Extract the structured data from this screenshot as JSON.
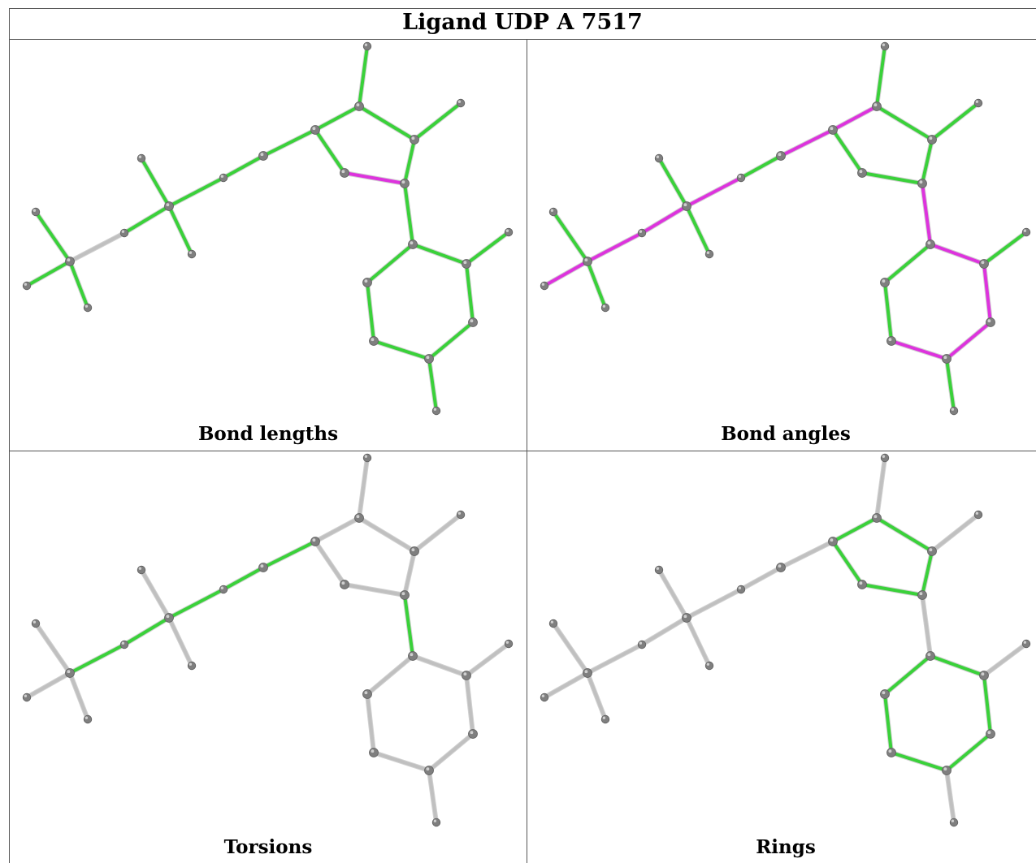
{
  "title": "Ligand UDP A 7517",
  "colors": {
    "good": "#3ad13a",
    "outlier": "#dd33dd",
    "neutral": "#c0c0c0",
    "atom": "#7f7f7f"
  },
  "panels": [
    {
      "caption": "Bond lengths",
      "outlier_bonds": [
        "O5-C9"
      ],
      "neutral_bonds": [
        "P1-O3"
      ],
      "default_color": "good"
    },
    {
      "caption": "Bond angles",
      "outlier_bonds": [
        "O1-P1",
        "P1-O3",
        "O3-P2",
        "P2-O4",
        "C5-C6",
        "C6-C7",
        "C9-N1",
        "N1-C10",
        "C10-C11",
        "C11-C12",
        "C12-C13",
        "C13-O9"
      ],
      "neutral_bonds": [],
      "default_color": "good"
    },
    {
      "caption": "Torsions",
      "good_bonds": [
        "P1-O3",
        "O3-P2",
        "P2-O4",
        "O4-C5",
        "C5-C6",
        "C9-N1"
      ],
      "default_color": "neutral"
    },
    {
      "caption": "Rings",
      "good_bonds": [
        "C6-C7",
        "C7-C8",
        "C8-C9",
        "C9-O5",
        "O5-C6",
        "N1-C10",
        "C10-C11",
        "C11-C12",
        "C12-C13",
        "C13-C14",
        "C14-N1"
      ],
      "default_color": "neutral"
    }
  ]
}
